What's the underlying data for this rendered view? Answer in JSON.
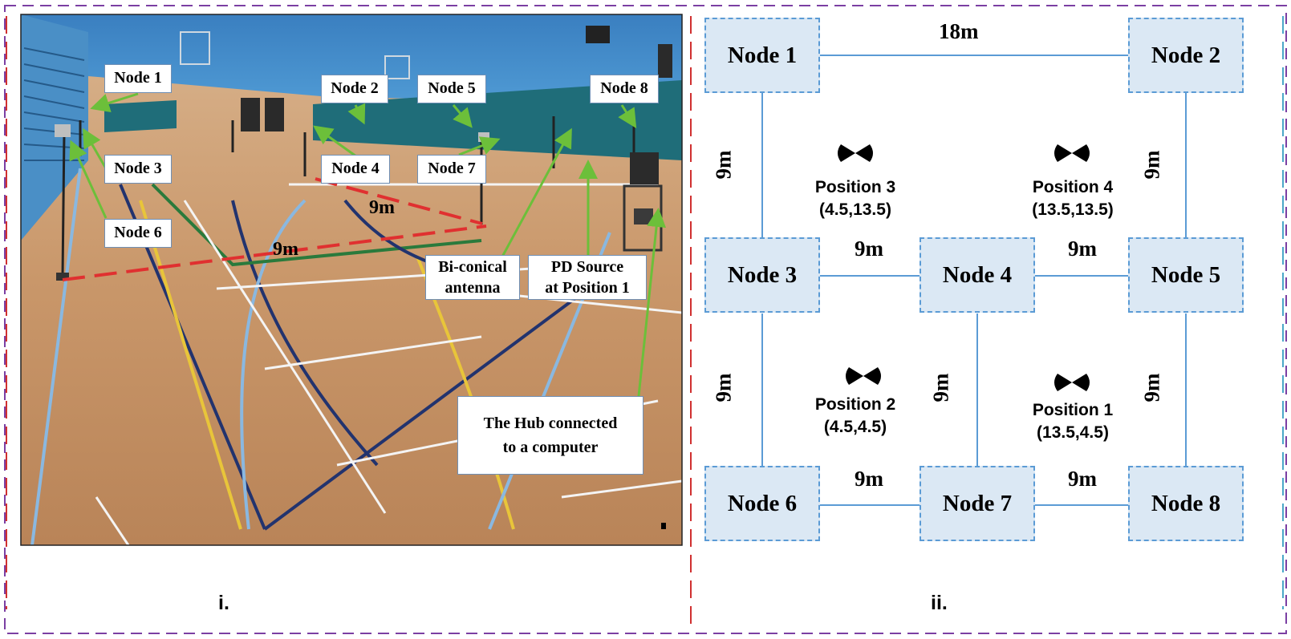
{
  "panel_i": {
    "caption": "i.",
    "photo_labels": {
      "node1": "Node 1",
      "node2": "Node 2",
      "node3": "Node 3",
      "node4": "Node 4",
      "node5": "Node 5",
      "node6": "Node 6",
      "node7": "Node 7",
      "node8": "Node 8",
      "antenna_line1": "Bi-conical",
      "antenna_line2": "antenna",
      "pd_line1": "PD Source",
      "pd_line2": "at Position 1",
      "hub_line1": "The Hub connected",
      "hub_line2": "to a computer",
      "dist_a": "9m",
      "dist_b": "9m"
    }
  },
  "panel_ii": {
    "caption": "ii.",
    "nodes": [
      "Node 1",
      "Node 2",
      "Node 3",
      "Node 4",
      "Node 5",
      "Node 6",
      "Node 7",
      "Node 8"
    ],
    "distances": {
      "top": "18m",
      "left_upper": "9m",
      "right_upper": "9m",
      "mid_left": "9m",
      "mid_right": "9m",
      "left_lower": "9m",
      "center_lower": "9m",
      "right_lower": "9m",
      "bottom_left": "9m",
      "bottom_right": "9m"
    },
    "positions": [
      {
        "name": "Position 3",
        "coord": "(4.5,13.5)"
      },
      {
        "name": "Position 4",
        "coord": "(13.5,13.5)"
      },
      {
        "name": "Position 2",
        "coord": "(4.5,4.5)"
      },
      {
        "name": "Position 1",
        "coord": "(13.5,4.5)"
      }
    ]
  },
  "colors": {
    "node_fill": "#dbe8f4",
    "node_border": "#5b9bd5",
    "red_dash": "#e03030",
    "purple_frame": "#7b3fa3",
    "green_arrow": "#6cbf3a",
    "wall_blue": "#3f8cc8",
    "floor_wood": "#c9976a"
  }
}
